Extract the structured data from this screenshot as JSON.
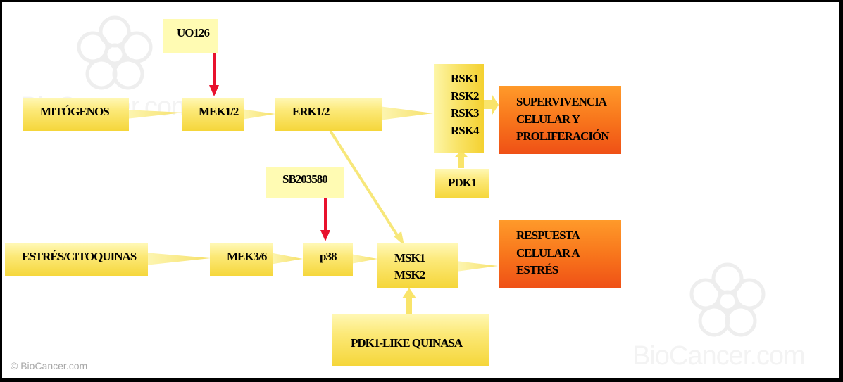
{
  "watermark": {
    "brand": "BioCancer.com",
    "copyright": "© BioCancer.com"
  },
  "nodes": {
    "uo126": "UO126",
    "mitogenos": "MITÓGENOS",
    "mek12": "MEK1/2",
    "erk12": "ERK1/2",
    "rsk": [
      "RSK1",
      "RSK2",
      "RSK3",
      "RSK4"
    ],
    "supervivencia": [
      "SUPERVIVENCIA",
      "CELULAR Y",
      "PROLIFERACIÓN"
    ],
    "pdk1": "PDK1",
    "sb203580": "SB203580",
    "estres": "ESTRÉS/CITOQUINAS",
    "mek36": "MEK3/6",
    "p38": "p38",
    "msk": [
      "MSK1",
      "MSK2"
    ],
    "respuesta": [
      "RESPUESTA",
      "CELULAR A",
      "ESTRÉS"
    ],
    "pdk1_like": "PDK1-LIKE QUINASA"
  },
  "colors": {
    "box_yellow": "#f9e46a",
    "box_orange": "#f8761c",
    "inhibitor_arrow": "#e8112d",
    "activation_arrow": "#f7e77a",
    "label_pale": "#fffbb3"
  }
}
